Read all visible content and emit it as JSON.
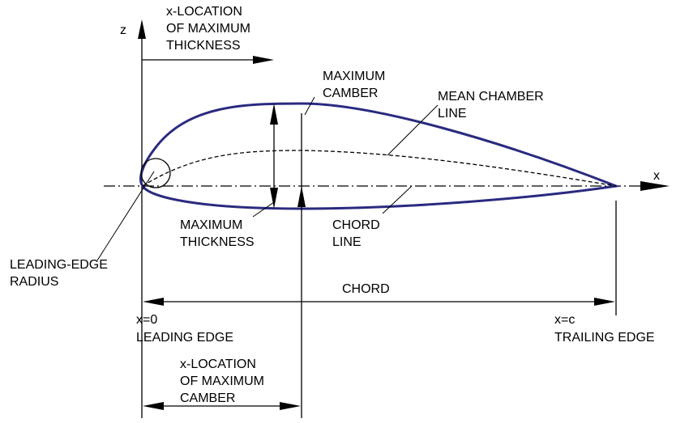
{
  "diagram": {
    "colors": {
      "airfoil_outline": "#2a2a80",
      "lines": "#000000",
      "background": "#ffffff"
    },
    "axes": {
      "z_label": "z",
      "x_label": "x"
    },
    "labels": {
      "x_loc_max_thickness": [
        "x-LOCATION",
        "OF MAXIMUM",
        "THICKNESS"
      ],
      "maximum_camber": [
        "MAXIMUM",
        "CAMBER"
      ],
      "mean_camber_line": [
        "MEAN CHAMBER",
        "LINE"
      ],
      "maximum_thickness": [
        "MAXIMUM",
        "THICKNESS"
      ],
      "chord_line": [
        "CHORD",
        "LINE"
      ],
      "leading_edge_radius": [
        "LEADING-EDGE",
        "RADIUS"
      ],
      "chord": "CHORD",
      "x0": "x=0",
      "leading_edge": "LEADING EDGE",
      "xc": "x=c",
      "trailing_edge": "TRAILING EDGE",
      "x_loc_max_camber": [
        "x-LOCATION",
        "OF MAXIMUM",
        "CAMBER"
      ]
    }
  }
}
